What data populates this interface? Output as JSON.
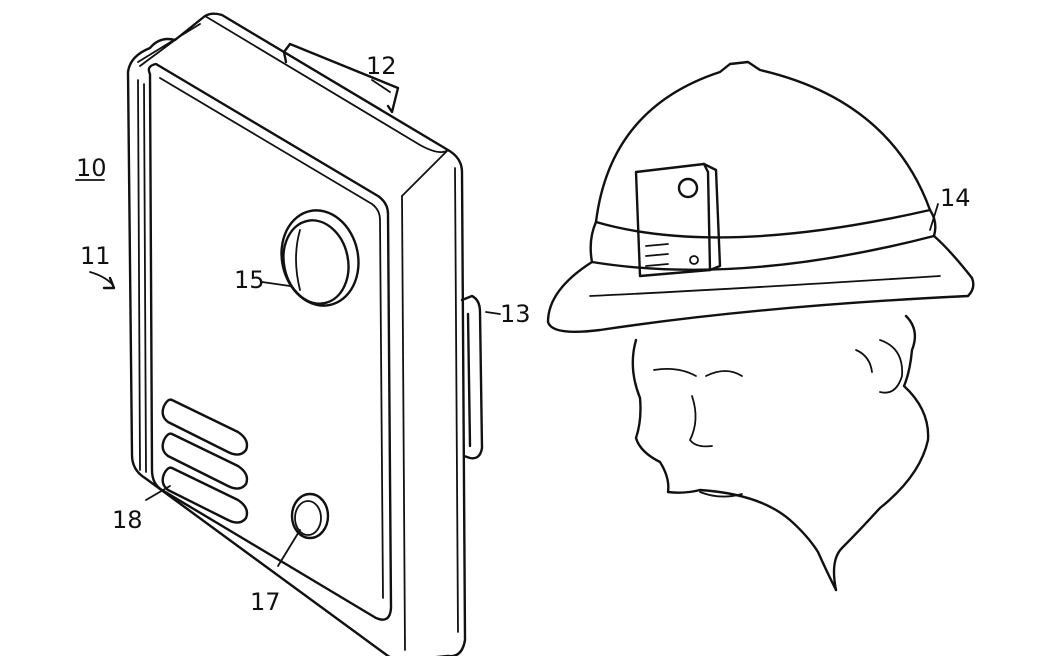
{
  "figure": {
    "ref_numerals": {
      "assembly": "10",
      "device": "11",
      "clip_top": "12",
      "clip_side": "13",
      "helmet": "14",
      "lens": "15",
      "button": "17",
      "speaker_grille": "18"
    }
  }
}
